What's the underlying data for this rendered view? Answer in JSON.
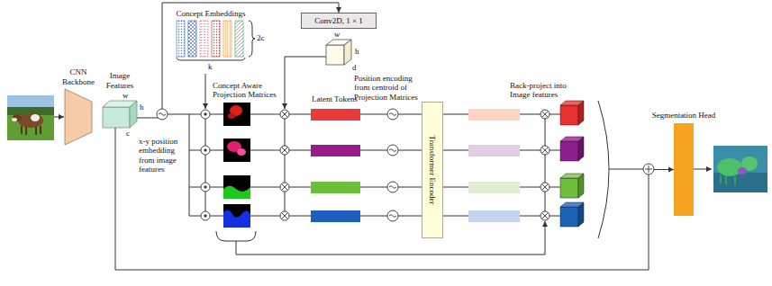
{
  "diagram": {
    "nodes": [
      {
        "text": [
          "CNN Backbone"
        ]
      },
      {
        "text": [
          "Image Features"
        ]
      },
      {
        "text": [
          "Concept Embeddings"
        ]
      },
      {
        "text": [
          "Conv2D, 1 × 1"
        ]
      },
      {
        "text": [
          "Transformer Encoder"
        ]
      },
      {
        "text": [
          "Segmentation Head"
        ]
      }
    ],
    "edges": [
      {
        "from": 1,
        "to": 3,
        "arrow": "to"
      },
      {
        "from": 1,
        "to": 5,
        "arrow": "to"
      }
    ],
    "labels": [
      "w",
      "h",
      "c",
      "2c",
      "k",
      "w",
      "h",
      "d",
      "Concept Aware Projection Matrices",
      "Latent Tokens",
      "Position encoding from centroid of Projection Matrices",
      "x-y position embedding from image features",
      "Back-project into Image features"
    ]
  }
}
